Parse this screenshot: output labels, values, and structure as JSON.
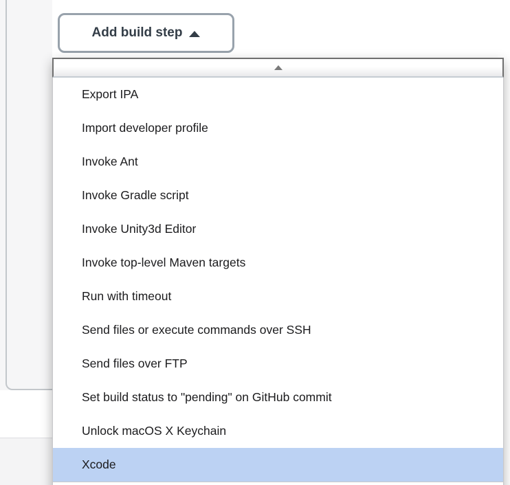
{
  "button": {
    "label": "Add build step",
    "icon": "chevron-up"
  },
  "dropdown": {
    "scroll_up_icon": "triangle-up",
    "scroll_down_icon": "triangle-down",
    "items": [
      "Export IPA",
      "Import developer profile",
      "Invoke Ant",
      "Invoke Gradle script",
      "Invoke Unity3d Editor",
      "Invoke top-level Maven targets",
      "Run with timeout",
      "Send files or execute commands over SSH",
      "Send files over FTP",
      "Set build status to \"pending\" on GitHub commit",
      "Unlock macOS X Keychain",
      "Xcode"
    ],
    "selected_index": 11,
    "selected_item": "Xcode"
  },
  "colors": {
    "highlight": "#bcd2f3",
    "button_border": "#98a2ac",
    "button_text": "#333d47"
  }
}
